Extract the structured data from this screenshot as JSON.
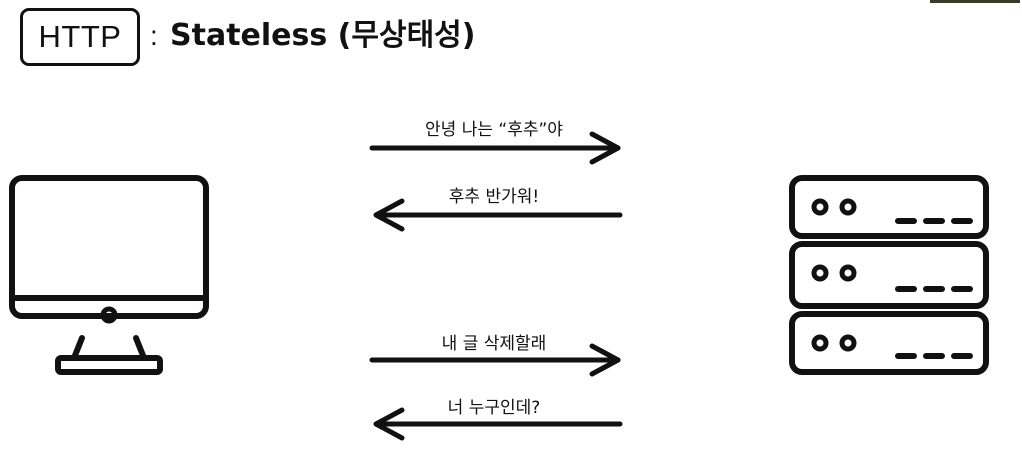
{
  "header": {
    "protocol_label": "HTTP",
    "separator": ":",
    "title": "Stateless (무상태성)"
  },
  "client": {
    "icon": "monitor-icon"
  },
  "server": {
    "icon": "server-rack-icon",
    "units": 3
  },
  "messages": [
    {
      "text": "안녕 나는 “후추”야",
      "direction": "client-to-server"
    },
    {
      "text": "후추 반가워!",
      "direction": "server-to-client"
    },
    {
      "text": "내 글 삭제할래",
      "direction": "client-to-server"
    },
    {
      "text": "너 누구인데?",
      "direction": "server-to-client"
    }
  ]
}
